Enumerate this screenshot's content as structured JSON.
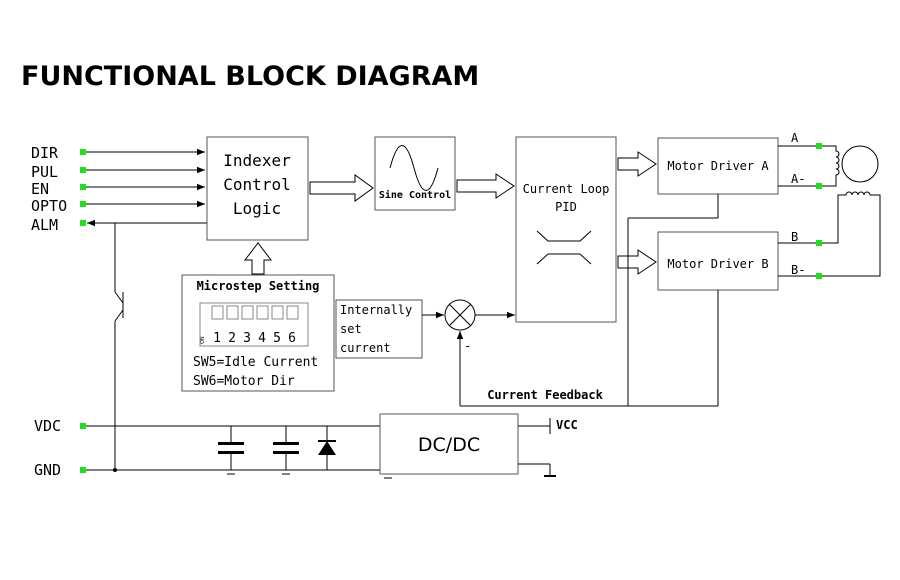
{
  "title": "FUNCTIONAL BLOCK DIAGRAM",
  "inputs": [
    "DIR",
    "PUL",
    "EN",
    "OPTO",
    "ALM"
  ],
  "power_pins": {
    "vdc": "VDC",
    "gnd": "GND"
  },
  "blocks": {
    "indexer": {
      "line1": "Indexer",
      "line2": "Control",
      "line3": "Logic"
    },
    "sine": "Sine Control",
    "current_loop": {
      "line1": "Current Loop",
      "line2": "PID"
    },
    "driver_a": "Motor Driver A",
    "driver_b": "Motor Driver B",
    "microstep": {
      "title": "Microstep Setting",
      "switch_numbers": [
        "1",
        "2",
        "3",
        "4",
        "5",
        "6"
      ],
      "on_label": "ON",
      "sw5": "SW5=Idle Current",
      "sw6": "SW6=Motor Dir"
    },
    "internal_current": {
      "line1": "Internally",
      "line2": "set",
      "line3": "current"
    },
    "dcdc": "DC/DC"
  },
  "labels": {
    "a_plus": "A",
    "a_minus": "A-",
    "b_plus": "B",
    "b_minus": "B-",
    "vcc": "VCC",
    "feedback": "Current Feedback",
    "minus_sign": "-"
  },
  "colors": {
    "connector": "#22dd22",
    "line": "#000000",
    "box_border": "#555555"
  }
}
